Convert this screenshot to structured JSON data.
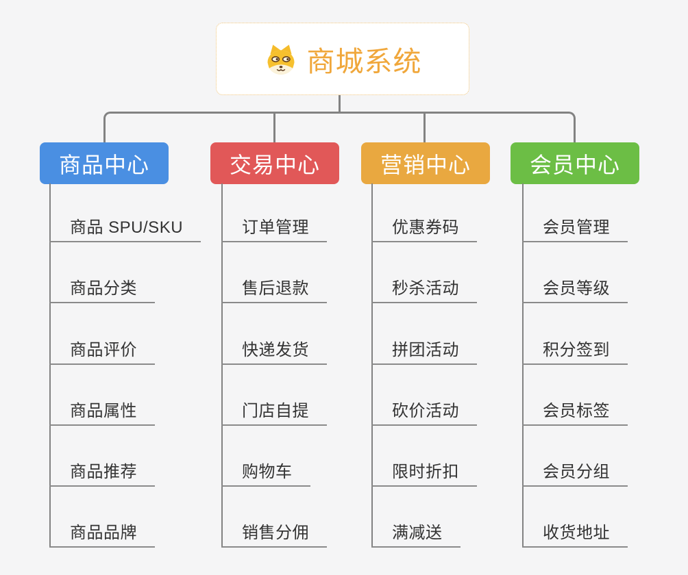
{
  "background_color": "#f5f5f6",
  "connector_color": "#828282",
  "root": {
    "title": "商城系统",
    "title_color": "#f0a73b",
    "border_color": "#f0c478",
    "icon": "shiba-dog-icon"
  },
  "branches": [
    {
      "label": "商品中心",
      "color": "#4a8fe2",
      "items": [
        "商品 SPU/SKU",
        "商品分类",
        "商品评价",
        "商品属性",
        "商品推荐",
        "商品品牌"
      ]
    },
    {
      "label": "交易中心",
      "color": "#e15858",
      "items": [
        "订单管理",
        "售后退款",
        "快递发货",
        "门店自提",
        "购物车",
        "销售分佣"
      ]
    },
    {
      "label": "营销中心",
      "color": "#e9a840",
      "items": [
        "优惠券码",
        "秒杀活动",
        "拼团活动",
        "砍价活动",
        "限时折扣",
        "满减送"
      ]
    },
    {
      "label": "会员中心",
      "color": "#6cbe45",
      "items": [
        "会员管理",
        "会员等级",
        "积分签到",
        "会员标签",
        "会员分组",
        "收货地址"
      ]
    }
  ]
}
